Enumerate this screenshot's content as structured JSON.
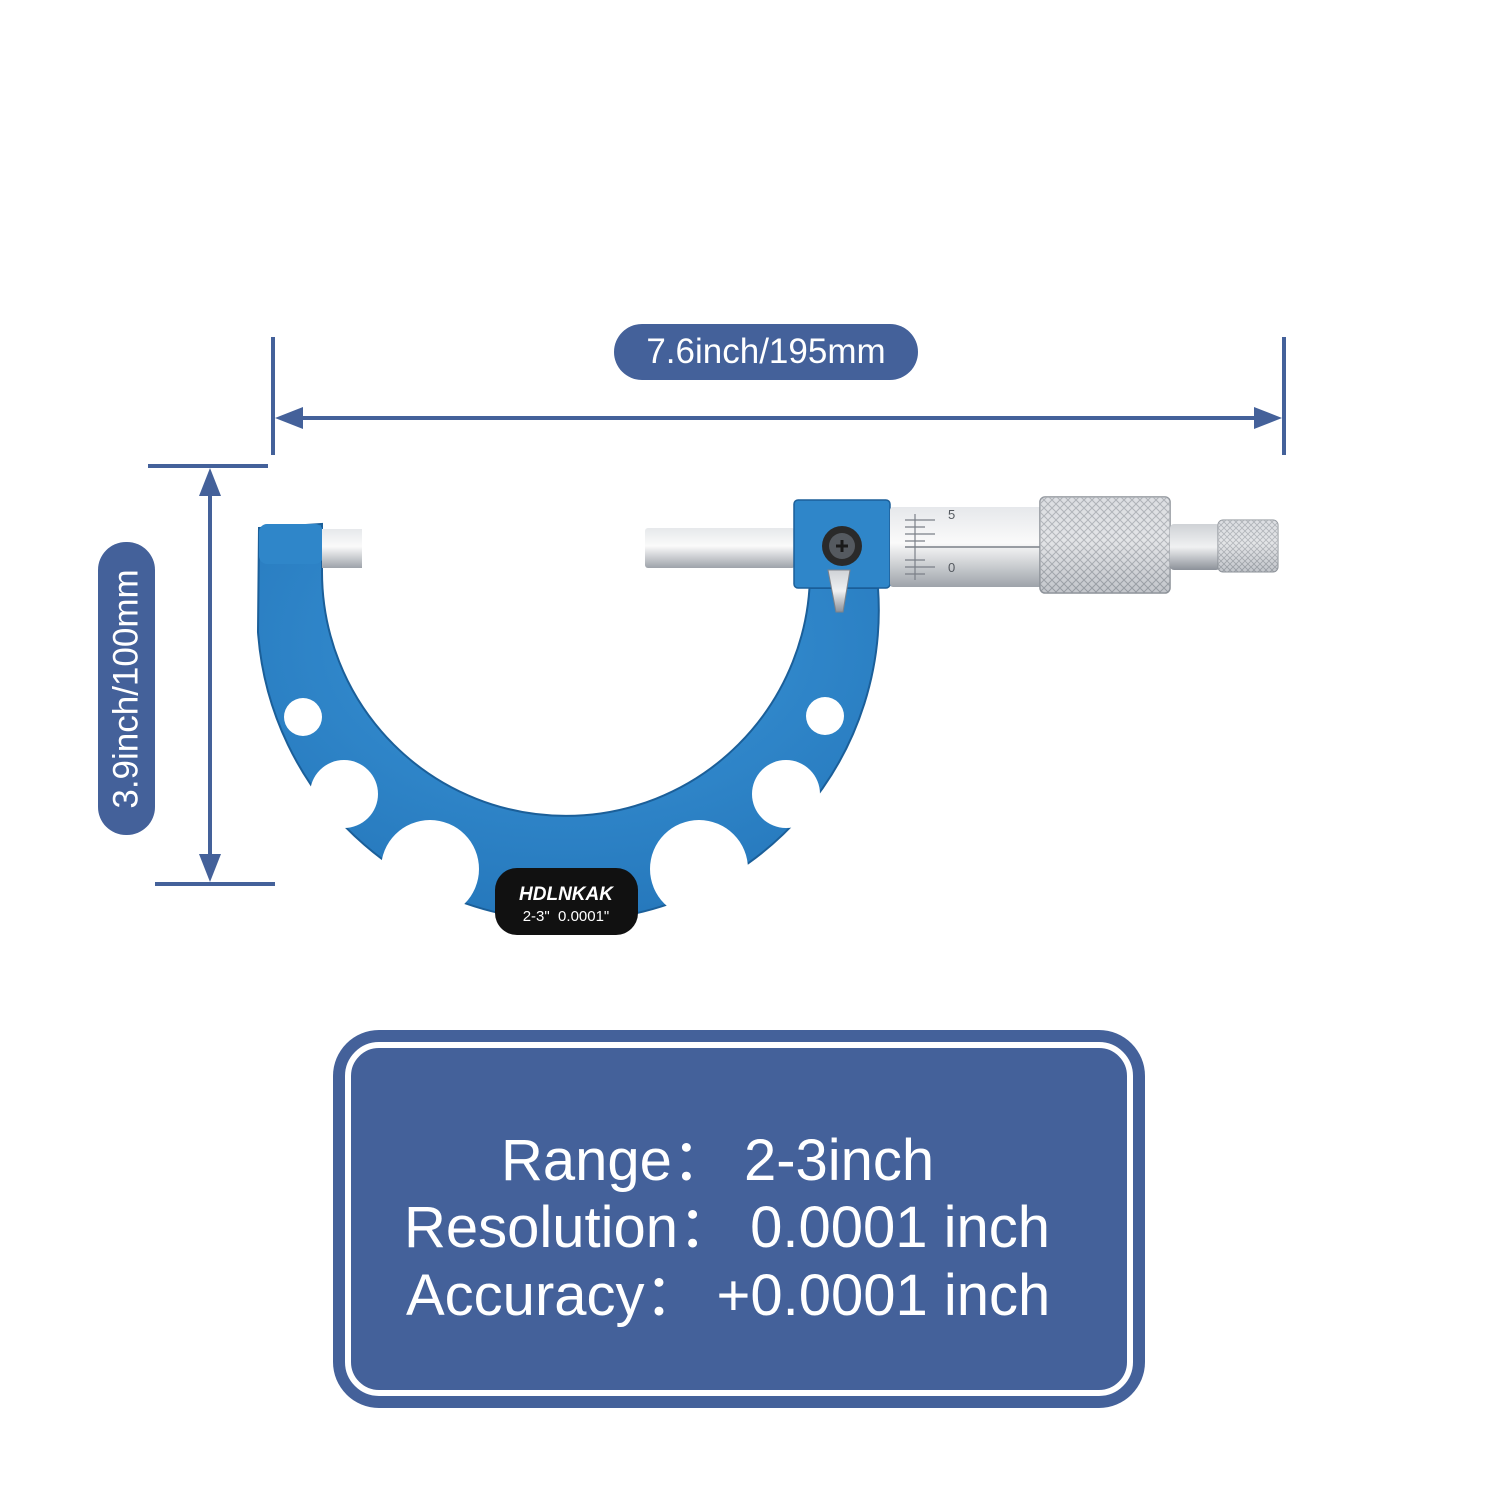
{
  "dimensions": {
    "width_label": "7.6inch/195mm",
    "height_label": "3.9inch/100mm"
  },
  "badge": {
    "brand": "HDLNKAK",
    "spec": "2-3\"  0.0001\""
  },
  "thimble_scale": {
    "mark_top": "5",
    "mark_bottom": "0"
  },
  "specs": {
    "range_label": "Range",
    "range_value": "2-3inch",
    "resolution_label": "Resolution",
    "resolution_value": "0.0001 inch",
    "accuracy_label": "Accuracy",
    "accuracy_value": "+0.0001 inch",
    "separator": "："
  },
  "colors": {
    "annotation_blue": "#44619a",
    "frame_blue": "#2f86c9",
    "frame_blue_dark": "#1f6aa8",
    "steel": "#c9ccd1",
    "badge_black": "#111111"
  }
}
